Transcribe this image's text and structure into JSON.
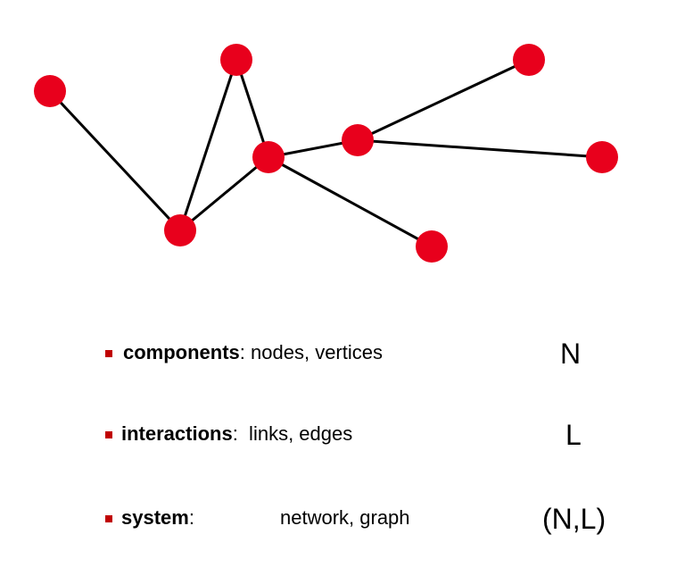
{
  "graph": {
    "node_color": "#e8001c",
    "edge_color": "#000000",
    "nodes": [
      {
        "id": "a"
      },
      {
        "id": "b"
      },
      {
        "id": "c"
      },
      {
        "id": "d"
      },
      {
        "id": "e"
      },
      {
        "id": "f"
      },
      {
        "id": "g"
      },
      {
        "id": "h"
      }
    ],
    "edges": [
      [
        "a",
        "c"
      ],
      [
        "c",
        "b"
      ],
      [
        "b",
        "d"
      ],
      [
        "c",
        "d"
      ],
      [
        "d",
        "e"
      ],
      [
        "e",
        "f"
      ],
      [
        "e",
        "g"
      ],
      [
        "d",
        "h"
      ]
    ]
  },
  "accent_color": "#c00000",
  "definitions": [
    {
      "term": "components",
      "separator": ":",
      "description": " nodes, vertices",
      "symbol": "N"
    },
    {
      "term": "interactions",
      "separator": ":",
      "description": "  links, edges",
      "symbol": "L"
    },
    {
      "term": "system",
      "separator": ":",
      "description": "network, graph",
      "symbol": "(N,L)"
    }
  ]
}
